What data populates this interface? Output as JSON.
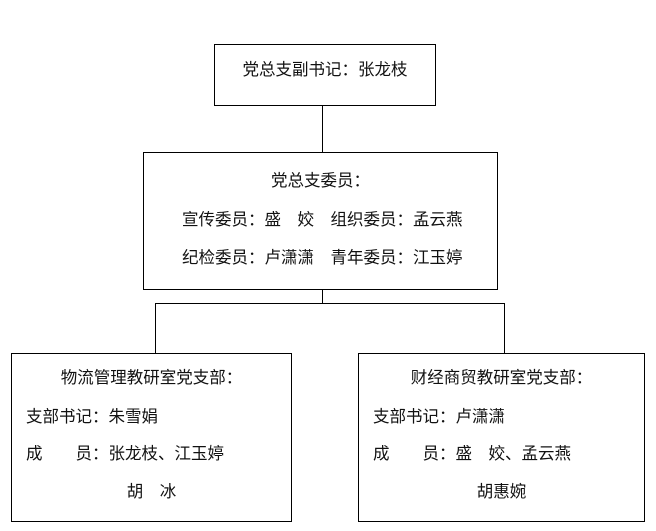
{
  "chart": {
    "type": "org-chart",
    "nodes": {
      "vice_secretary": {
        "title": "党总支副书记：张龙枝"
      },
      "party_committee": {
        "title": "党总支委员：",
        "lines": [
          "宣传委员：盛　姣　组织委员：孟云燕",
          "纪检委员：卢潇潇　青年委员：江玉婷"
        ]
      },
      "branch_logistics": {
        "title": "物流管理教研室党支部：",
        "secretary_line": "支部书记：朱雪娟",
        "members_line": "成　　员：张龙枝、江玉婷",
        "members_line_2": "胡　冰"
      },
      "branch_finance": {
        "title": "财经商贸教研室党支部：",
        "secretary_line": "支部书记：卢潇潇",
        "members_line": "成　　员：盛　姣、孟云燕",
        "members_line_2": "胡惠婉"
      }
    },
    "colors": {
      "border": "#000000",
      "text": "#111111",
      "background": "#ffffff"
    }
  }
}
